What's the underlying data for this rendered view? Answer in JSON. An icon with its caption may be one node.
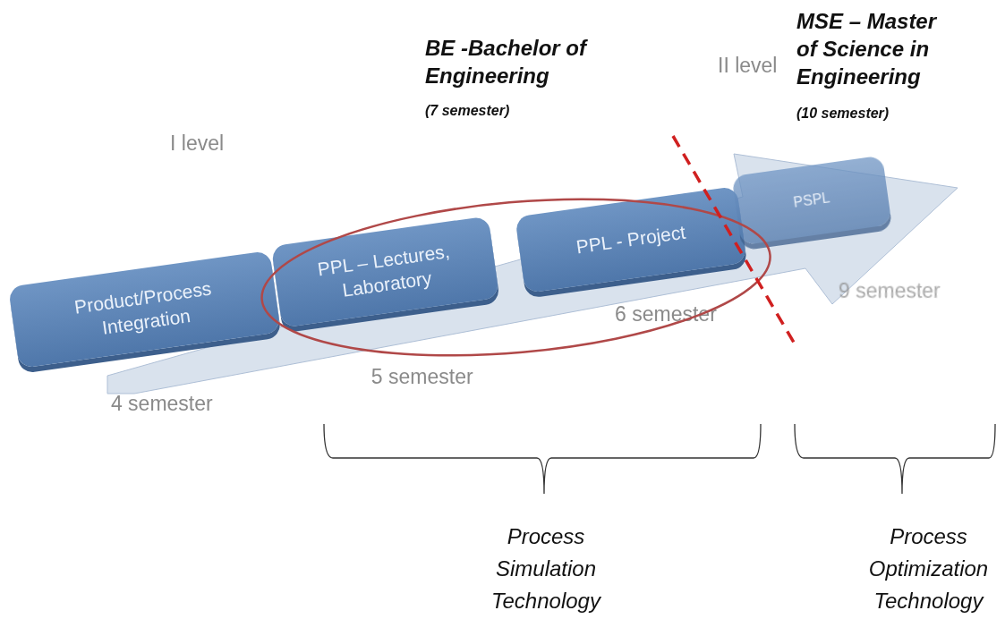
{
  "diagram": {
    "nodes": [
      {
        "text": [
          "Product/Process Integration"
        ],
        "beside": [
          "4 semester"
        ]
      },
      {
        "text": [
          "PPL – Lectures, Laboratory"
        ],
        "beside": [
          "5 semester"
        ]
      },
      {
        "text": [
          "PPL - Project"
        ],
        "beside": [
          "6 semester"
        ]
      },
      {
        "text": [
          "PSPL"
        ],
        "beside": [
          "9 semester"
        ]
      }
    ],
    "labels": [
      "BE -Bachelor of Engineering",
      "(7 semester)",
      "II level",
      "MSE – Master of Science in Engineering",
      "(10 semester)",
      "I level",
      "Process Simulation Technology",
      "Process Optimization Technology"
    ]
  }
}
